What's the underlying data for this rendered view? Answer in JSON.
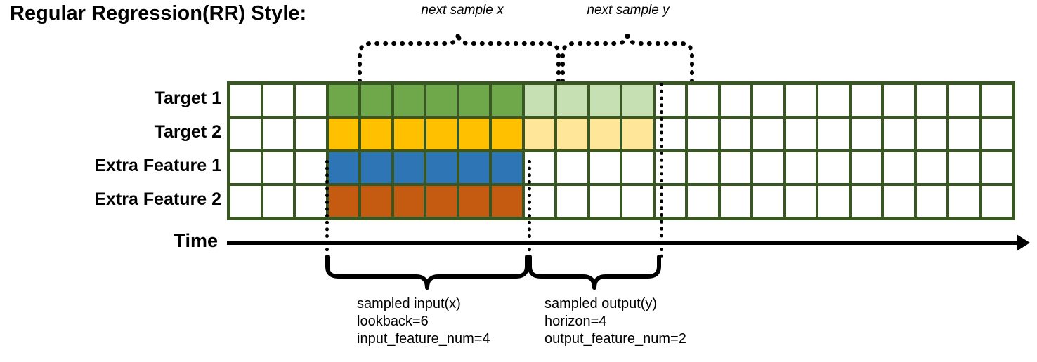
{
  "title": "Regular Regression(RR) Style:",
  "top_annotations": [
    {
      "label": "next sample x",
      "name": "next-sample-x"
    },
    {
      "label": "next sample y",
      "name": "next-sample-y"
    }
  ],
  "rows": [
    {
      "label": "Target 1",
      "name": "target-1"
    },
    {
      "label": "Target 2",
      "name": "target-2"
    },
    {
      "label": "Extra Feature 1",
      "name": "extra-feature-1"
    },
    {
      "label": "Extra Feature 2",
      "name": "extra-feature-2"
    }
  ],
  "time_axis": {
    "label": "Time"
  },
  "bottom_annotations": {
    "input": {
      "line1": "sampled input(x)",
      "line2": "lookback=6",
      "line3": "input_feature_num=4"
    },
    "output": {
      "line1": "sampled output(y)",
      "line2": "horizon=4",
      "line3": "output_feature_num=2"
    }
  },
  "grid": {
    "columns": 24,
    "pre_columns": 3,
    "input_columns": 6,
    "output_columns": 4,
    "post_columns": 11,
    "cells": [
      [
        "white",
        "white",
        "white",
        "green",
        "green",
        "green",
        "green",
        "green",
        "green",
        "green-light",
        "green-light",
        "green-light",
        "green-light",
        "white",
        "white",
        "white",
        "white",
        "white",
        "white",
        "white",
        "white",
        "white",
        "white",
        "white"
      ],
      [
        "white",
        "white",
        "white",
        "gold",
        "gold",
        "gold",
        "gold",
        "gold",
        "gold",
        "gold-light",
        "gold-light",
        "gold-light",
        "gold-light",
        "white",
        "white",
        "white",
        "white",
        "white",
        "white",
        "white",
        "white",
        "white",
        "white",
        "white"
      ],
      [
        "white",
        "white",
        "white",
        "blue",
        "blue",
        "blue",
        "blue",
        "blue",
        "blue",
        "white",
        "white",
        "white",
        "white",
        "white",
        "white",
        "white",
        "white",
        "white",
        "white",
        "white",
        "white",
        "white",
        "white",
        "white"
      ],
      [
        "white",
        "white",
        "white",
        "orange",
        "orange",
        "orange",
        "orange",
        "orange",
        "orange",
        "white",
        "white",
        "white",
        "white",
        "white",
        "white",
        "white",
        "white",
        "white",
        "white",
        "white",
        "white",
        "white",
        "white",
        "white"
      ]
    ]
  },
  "colors": {
    "border": "#385723",
    "green": "#6fa84a",
    "green_light": "#c6e0b4",
    "gold": "#ffc000",
    "gold_light": "#ffe699",
    "blue": "#2e75b6",
    "orange": "#c55a11",
    "white": "#ffffff",
    "axis": "#000000"
  }
}
